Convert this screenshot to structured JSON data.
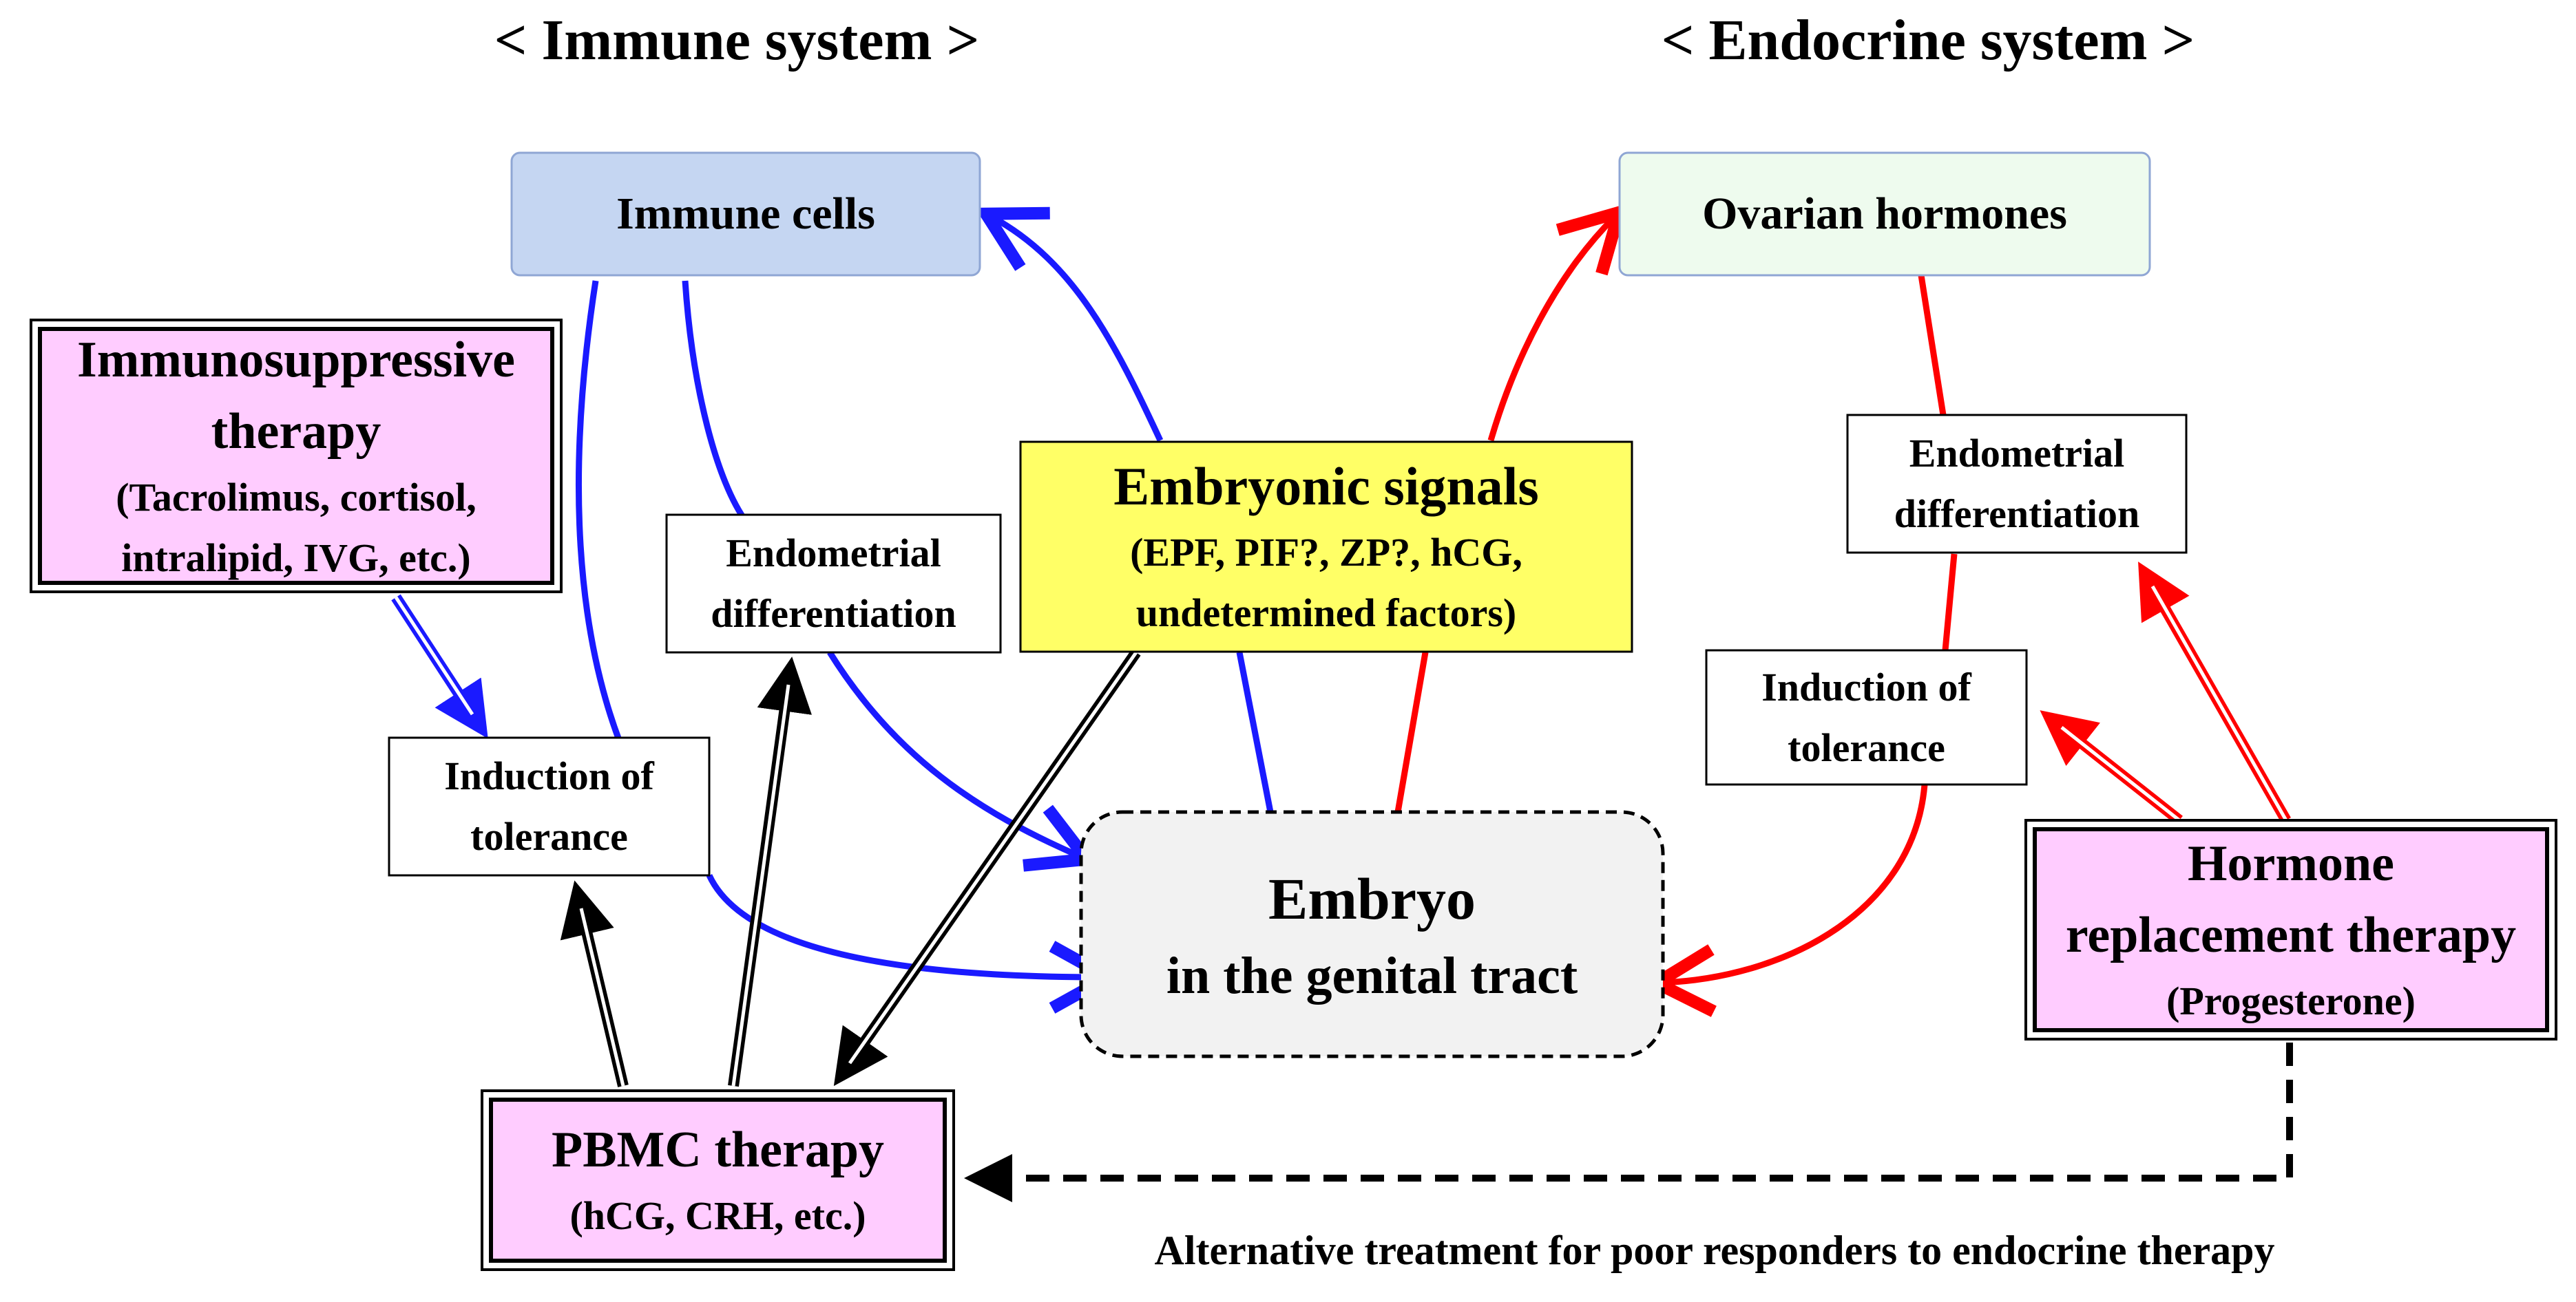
{
  "headings": {
    "immune": "< Immune system >",
    "endocrine": "< Endocrine system >"
  },
  "nodes": {
    "immune_cells": "Immune cells",
    "ovarian_hormones": "Ovarian hormones",
    "immunosuppressive_therapy": {
      "line1": "Immunosuppressive",
      "line2": "therapy",
      "line3": "(Tacrolimus, cortisol,",
      "line4": "intralipid, IVG, etc.)"
    },
    "endometrial_diff_left": {
      "line1": "Endometrial",
      "line2": "differentiation"
    },
    "endometrial_diff_right": {
      "line1": "Endometrial",
      "line2": "differentiation"
    },
    "embryonic_signals": {
      "title": "Embryonic signals",
      "line2": "(EPF, PIF?, ZP?, hCG,",
      "line3": "undetermined factors)"
    },
    "induction_left": {
      "line1": "Induction of",
      "line2": "tolerance"
    },
    "induction_right": {
      "line1": "Induction of",
      "line2": "tolerance"
    },
    "embryo": {
      "title": "Embryo",
      "subtitle": "in the genital tract"
    },
    "hormone_therapy": {
      "line1": "Hormone",
      "line2": "replacement therapy",
      "line3": "(Progesterone)"
    },
    "pbmc_therapy": {
      "line1": "PBMC therapy",
      "line2": "(hCG, CRH, etc.)"
    }
  },
  "caption": "Alternative treatment for poor responders to endocrine therapy",
  "colors": {
    "immune_arrow": "#1a1aff",
    "endocrine_arrow": "#ff0000",
    "therapy_arrow": "#000000",
    "immune_cells_fill": "#c5d6f2",
    "ovarian_fill": "#eefbee",
    "signals_fill": "#ffff66",
    "therapy_fill": "#ffccff",
    "embryo_fill": "#f2f2f2"
  }
}
